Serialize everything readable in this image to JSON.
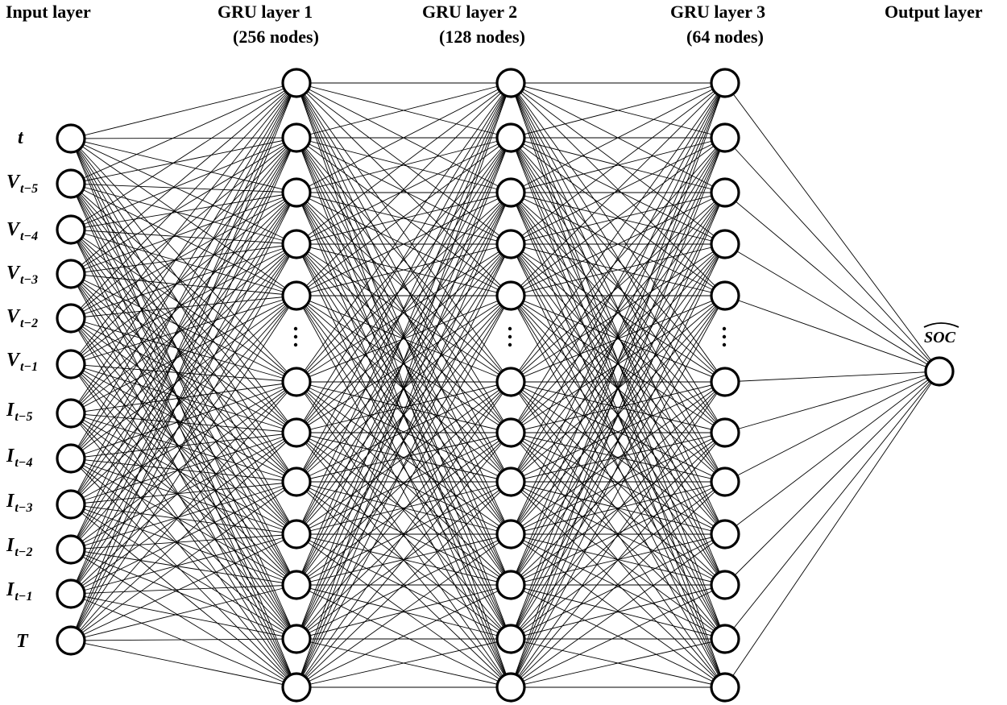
{
  "layers": [
    {
      "id": "input",
      "title_lines": [
        "Input layer"
      ]
    },
    {
      "id": "gru1",
      "title_lines": [
        "GRU layer 1",
        "(256 nodes)"
      ]
    },
    {
      "id": "gru2",
      "title_lines": [
        "GRU layer 2",
        "(128 nodes)"
      ]
    },
    {
      "id": "gru3",
      "title_lines": [
        "GRU layer 3",
        "(64 nodes)"
      ]
    },
    {
      "id": "output",
      "title_lines": [
        "Output layer"
      ]
    }
  ],
  "input_nodes": [
    {
      "base": "t",
      "sub": ""
    },
    {
      "base": "V",
      "sub": "t−5"
    },
    {
      "base": "V",
      "sub": "t−4"
    },
    {
      "base": "V",
      "sub": "t−3"
    },
    {
      "base": "V",
      "sub": "t−2"
    },
    {
      "base": "V",
      "sub": "t−1"
    },
    {
      "base": "I",
      "sub": "t−5"
    },
    {
      "base": "I",
      "sub": "t−4"
    },
    {
      "base": "I",
      "sub": "t−3"
    },
    {
      "base": "I",
      "sub": "t−2"
    },
    {
      "base": "I",
      "sub": "t−1"
    },
    {
      "base": "T",
      "sub": ""
    }
  ],
  "hidden_layer": {
    "drawn_nodes_per_layer": 12,
    "ellipsis": "⋮"
  },
  "output_node": {
    "label": "SOC",
    "hat": true
  },
  "colors": {
    "line": "#000000",
    "node_fill": "#ffffff",
    "background": "#ffffff"
  }
}
